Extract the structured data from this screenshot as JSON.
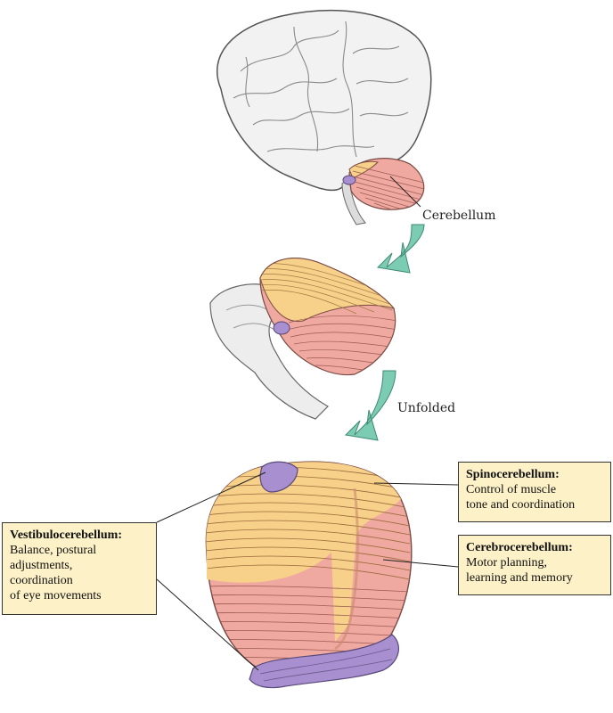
{
  "labels": {
    "cerebellum": "Cerebellum",
    "unfolded": "Unfolded"
  },
  "regions": {
    "spinocerebellum": {
      "title": "Spinocerebellum:",
      "description": "Control of muscle\ntone and coordination"
    },
    "cerebrocerebellum": {
      "title": "Cerebrocerebellum:",
      "description": "Motor planning,\nlearning and memory"
    },
    "vestibulocerebellum": {
      "title": "Vestibulocerebellum:",
      "description": "Balance, postural\nadjustments,\ncoordination\nof eye movements"
    }
  },
  "colors": {
    "spinocerebellum": "#f7d189",
    "cerebrocerebellum": "#f0a9a0",
    "vestibulocerebellum": "#a88fd0",
    "arrow": "#7ccbb3",
    "label_box": "#fdf1c7",
    "brain": "#f2f2f2"
  }
}
